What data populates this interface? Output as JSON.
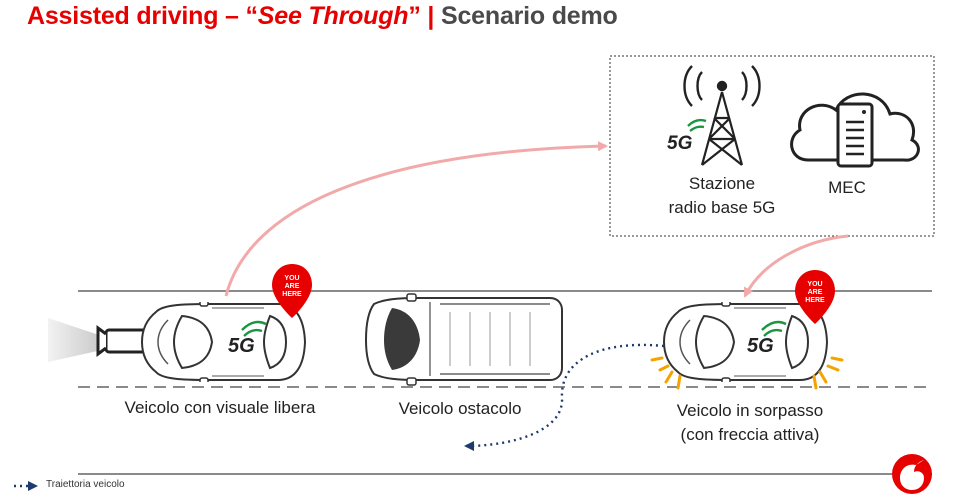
{
  "title": {
    "part1": "Assisted driving – “",
    "part2": "See Through",
    "part3": "” | ",
    "part4": "Scenario demo"
  },
  "colors": {
    "brand_red": "#e60000",
    "title_grey": "#4a4a4a",
    "arc_pink": "#f2a9a9",
    "trajectory_blue": "#1f3a6e",
    "blinker_orange": "#f5a300",
    "fiveg_green": "#1a9641"
  },
  "network_box": {
    "station_label_line1": "Stazione",
    "station_label_line2": "radio base 5G",
    "mec_label": "MEC",
    "badge_5g": "5G"
  },
  "vehicles": {
    "left_label": "Veicolo con visuale libera",
    "middle_label": "Veicolo ostacolo",
    "right_label_line1": "Veicolo in sorpasso",
    "right_label_line2": "(con freccia attiva)"
  },
  "pin": {
    "line1": "YOU",
    "line2": "ARE",
    "line3": "HERE"
  },
  "legend": {
    "label": "Traiettoria veicolo"
  }
}
